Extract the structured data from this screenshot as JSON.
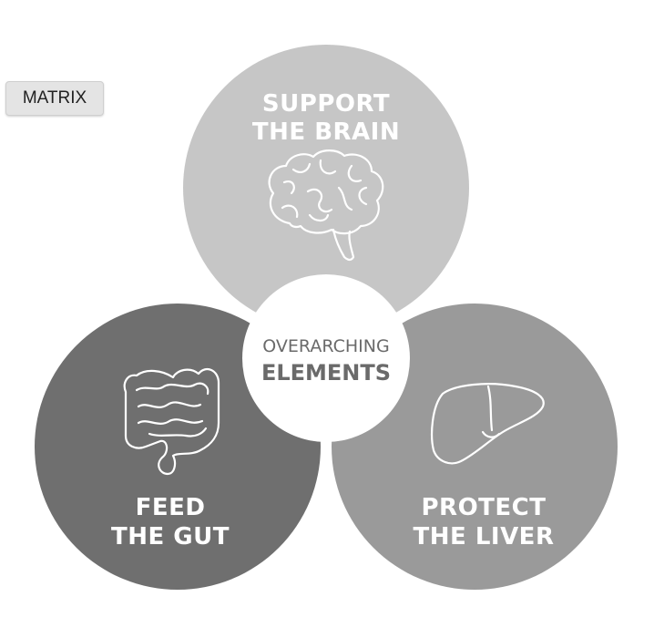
{
  "toolbar": {
    "matrix_label": "MATRIX"
  },
  "diagram": {
    "top": {
      "line1": "SUPPORT",
      "line2": "THE BRAIN",
      "icon": "brain-icon",
      "color": "#c6c6c6"
    },
    "bottom_left": {
      "line1": "FEED",
      "line2": "THE GUT",
      "icon": "intestines-icon",
      "color": "#6f6f6f"
    },
    "bottom_right": {
      "line1": "PROTECT",
      "line2": "THE LIVER",
      "icon": "liver-icon",
      "color": "#9a9a9a"
    },
    "center": {
      "line1": "OVERARCHING",
      "line2": "ELEMENTS",
      "color": "#ffffff"
    }
  }
}
